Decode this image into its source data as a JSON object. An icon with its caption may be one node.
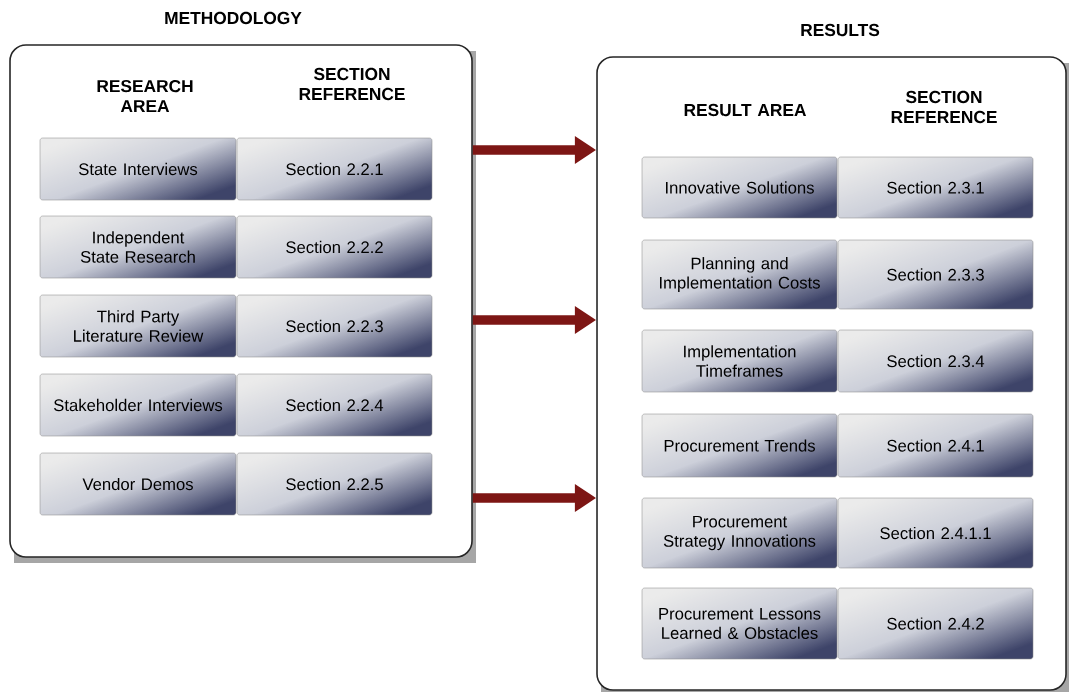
{
  "diagram": {
    "nodes": [
      {
        "text": [
          "METHODOLOGY",
          "RESEARCH AREA",
          "SECTION REFERENCE"
        ]
      },
      {
        "text": [
          "State Interviews"
        ],
        "in": 0
      },
      {
        "text": [
          "Section 2.2.1"
        ],
        "in": 0
      },
      {
        "text": [
          "Independent State Research"
        ],
        "in": 0
      },
      {
        "text": [
          "Section 2.2.2"
        ],
        "in": 0
      },
      {
        "text": [
          "Third Party Literature Review"
        ],
        "in": 0
      },
      {
        "text": [
          "Section 2.2.3"
        ],
        "in": 0
      },
      {
        "text": [
          "Stakeholder Interviews"
        ],
        "in": 0
      },
      {
        "text": [
          "Section 2.2.4"
        ],
        "in": 0
      },
      {
        "text": [
          "Vendor Demos"
        ],
        "in": 0
      },
      {
        "text": [
          "Section 2.2.5"
        ],
        "in": 0
      },
      {
        "text": [
          "RESULTS",
          "RESULT AREA",
          "SECTION REFERENCE"
        ]
      },
      {
        "text": [
          "Innovative Solutions"
        ],
        "in": 11
      },
      {
        "text": [
          "Section 2.3.1"
        ],
        "in": 11
      },
      {
        "text": [
          "Planning and Implementation Costs"
        ],
        "in": 11
      },
      {
        "text": [
          "Section 2.3.3"
        ],
        "in": 11
      },
      {
        "text": [
          "Implementation Timeframes"
        ],
        "in": 11
      },
      {
        "text": [
          "Section 2.3.4"
        ],
        "in": 11
      },
      {
        "text": [
          "Procurement Trends"
        ],
        "in": 11
      },
      {
        "text": [
          "Section 2.4.1"
        ],
        "in": 11
      },
      {
        "text": [
          "Procurement Strategy Innovations"
        ],
        "in": 11
      },
      {
        "text": [
          "Section 2.4.1.1"
        ],
        "in": 11
      },
      {
        "text": [
          "Procurement Lessons Learned & Obstacles"
        ],
        "in": 11
      },
      {
        "text": [
          "Section 2.4.2"
        ],
        "in": 11
      }
    ],
    "edges": [
      {
        "from": 0,
        "to": 11,
        "arrow": "to"
      },
      {
        "from": 0,
        "to": 11,
        "arrow": "to"
      },
      {
        "from": 0,
        "to": 11,
        "arrow": "to"
      }
    ]
  }
}
